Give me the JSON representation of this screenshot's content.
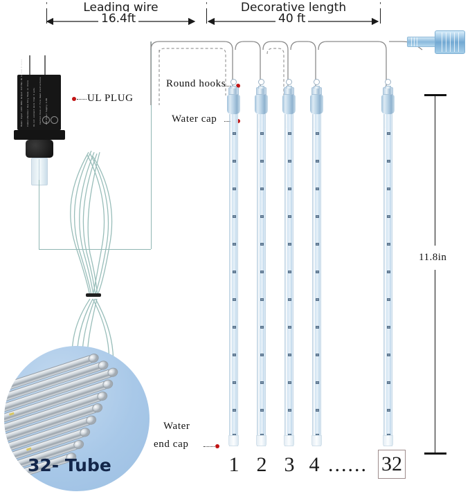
{
  "product_diagram": {
    "type": "led-meteor-shower-lights-spec-diagram",
    "dimensions": {
      "leading_wire": {
        "label": "Leading wire",
        "value": "16.4ft"
      },
      "decorative_length": {
        "label": "Decorative length",
        "value": "40 ft"
      },
      "tube_length": {
        "value": "11.8in"
      }
    },
    "callouts": [
      {
        "name": "ul-plug",
        "label": "UL  PLUG"
      },
      {
        "name": "round-hooks",
        "label": "Round hooks"
      },
      {
        "name": "water-cap",
        "label": "Water cap"
      },
      {
        "name": "water-end-cap",
        "label_line1": "Water",
        "label_line2": "end cap"
      }
    ],
    "inset": {
      "label": "32- Tube",
      "circle_color": "#a8c8e8",
      "label_color": "#13264a"
    },
    "tube_numbers": {
      "visible": [
        "1",
        "2",
        "3",
        "4"
      ],
      "ellipsis": "......",
      "last": "32"
    },
    "colors": {
      "callout_dot": "#c11414",
      "wire": "#8a8a8a",
      "green_wire": "#8fb6b3",
      "plug_body": "#161616",
      "tube_blue": "#9fc0da",
      "text": "#1a1a1a"
    }
  }
}
